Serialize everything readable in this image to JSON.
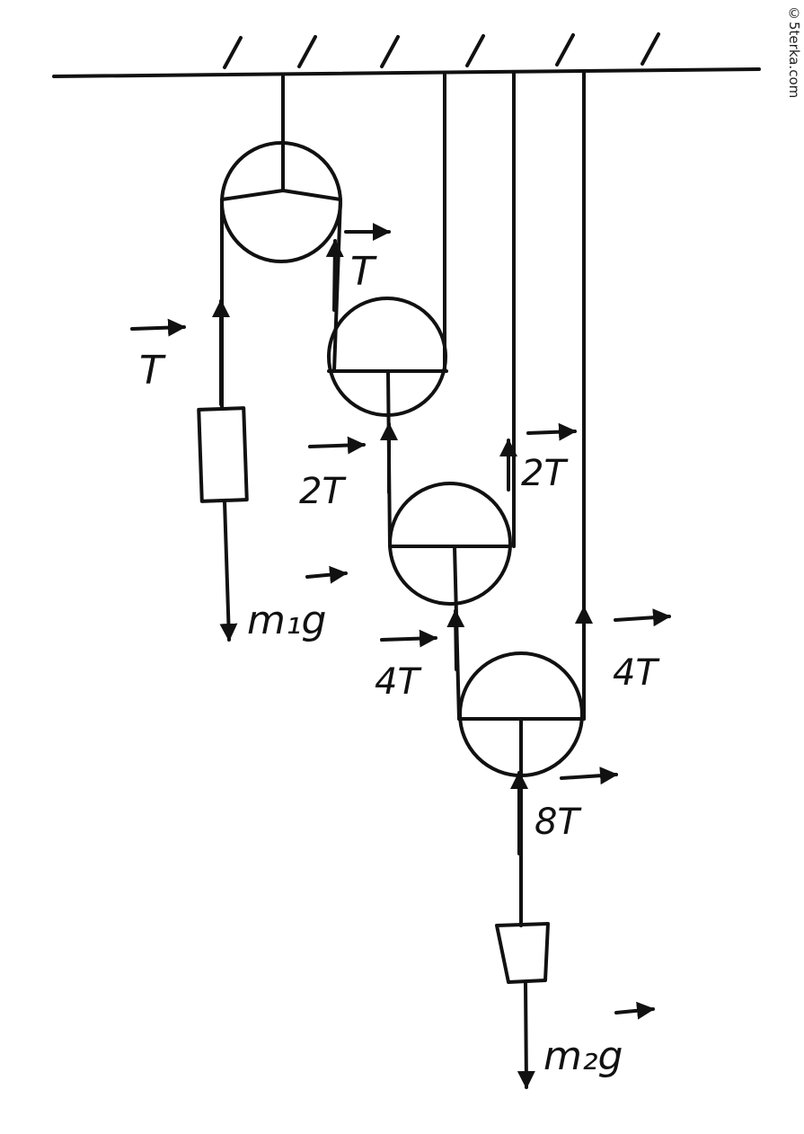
{
  "watermark": "©5terka.com",
  "labels": {
    "t_right_top": "T",
    "t_left": "T",
    "two_t_left": "2T",
    "two_t_right": "2T",
    "four_t_left": "4T",
    "four_t_right": "4T",
    "eight_t": "8T",
    "m1g": "m₁g",
    "m2g": "m₂g"
  }
}
